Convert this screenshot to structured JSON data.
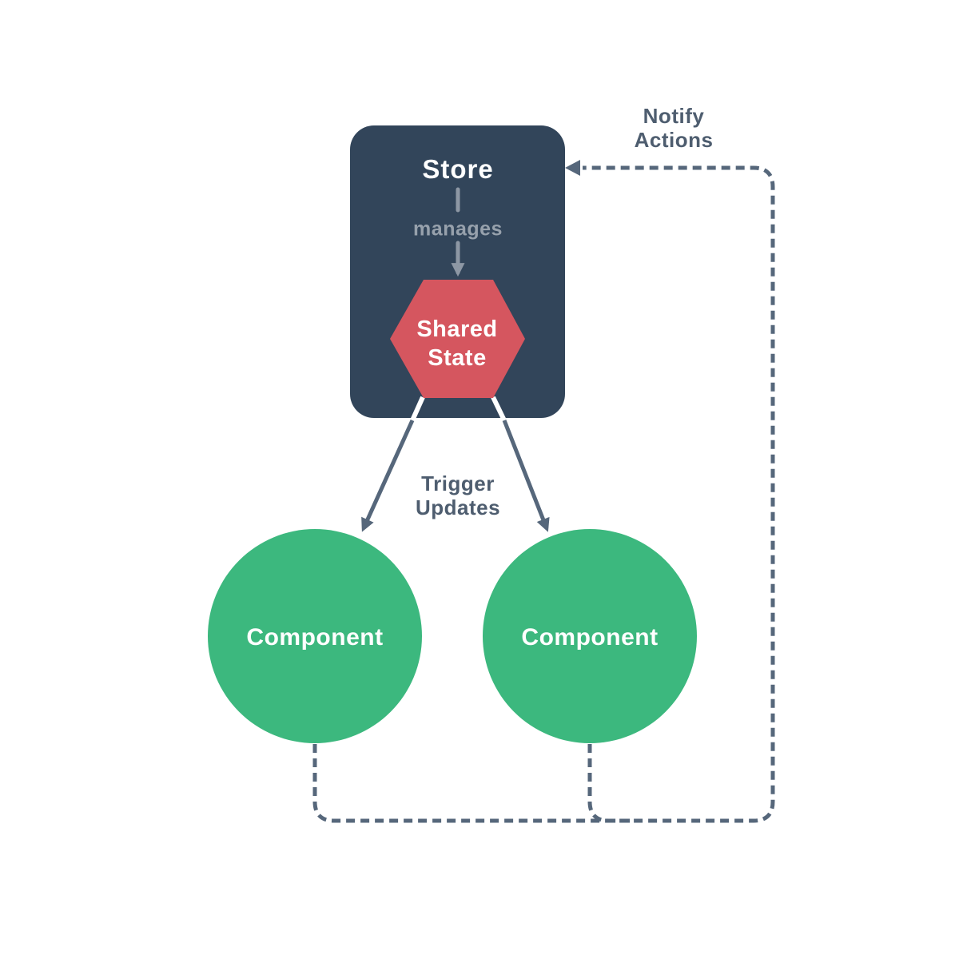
{
  "colors": {
    "background": "#FFFFFF",
    "store_box": "#32455A",
    "shared_state_fill": "#D5565F",
    "component_fill": "#3CB87E",
    "connector": "#56677B",
    "inner_connector": "#8D97A4",
    "label_dark": "#4E5D6F",
    "label_gray": "#97A1AC",
    "white": "#FFFFFF"
  },
  "store": {
    "title": "Store",
    "manages_label": "manages"
  },
  "shared_state": {
    "label": "Shared\nState"
  },
  "components": [
    {
      "label": "Component"
    },
    {
      "label": "Component"
    }
  ],
  "edge_labels": {
    "notify_actions": "Notify\nActions",
    "trigger_updates": "Trigger\nUpdates"
  }
}
